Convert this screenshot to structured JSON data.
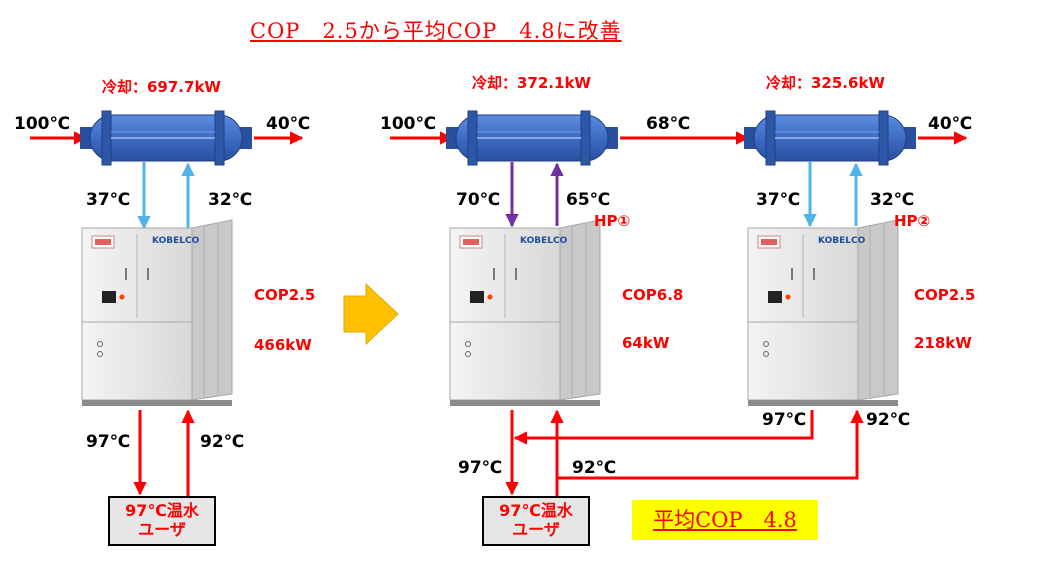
{
  "title": "COP　2.5から平均COP　4.8に改善",
  "before": {
    "cooling_label": "冷却：697.7kW",
    "inlet_temp": "100℃",
    "outlet_temp": "40℃",
    "hx_out_temp": "37℃",
    "hx_in_temp": "32℃",
    "cop": "COP2.5",
    "power": "466kW",
    "hot_out_temp": "97℃",
    "hot_return_temp": "92℃",
    "user_line1": "97℃温水",
    "user_line2": "ユーザ"
  },
  "after": {
    "hp1": {
      "cooling_label": "冷却：372.1kW",
      "inlet_temp": "100℃",
      "mid_temp": "68℃",
      "hx_out_temp": "70℃",
      "hx_in_temp": "65℃",
      "name": "HP①",
      "cop": "COP6.8",
      "power": "64kW"
    },
    "hp2": {
      "cooling_label": "冷却：325.6kW",
      "outlet_temp": "40℃",
      "hx_out_temp": "37℃",
      "hx_in_temp": "32℃",
      "name": "HP②",
      "cop": "COP2.5",
      "power": "218kW",
      "hot_out_temp": "97℃",
      "hot_return_temp": "92℃"
    },
    "supply_temp": "97℃",
    "return_temp": "92℃",
    "user_line1": "97℃温水",
    "user_line2": "ユーザ",
    "average_cop": "平均COP　4.8"
  },
  "brand": "KOBELCO",
  "colors": {
    "hot_line": "#ff0000",
    "cold_line": "#4fb3ea",
    "warm_line": "#7030a0",
    "exchanger": "#4472c4",
    "arrow": "#ffc000",
    "highlight": "#ffff00"
  }
}
